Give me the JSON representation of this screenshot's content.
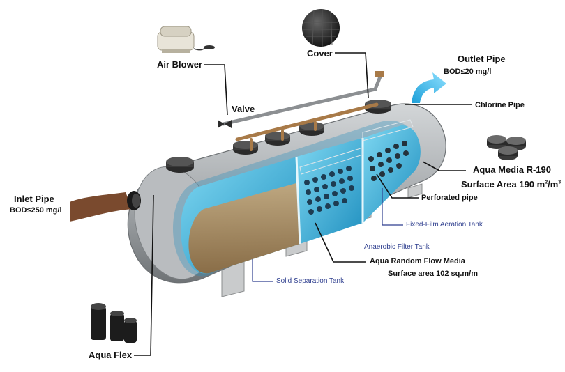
{
  "labels": {
    "air_blower": "Air Blower",
    "valve": "Valve",
    "cover": "Cover",
    "outlet_pipe": "Outlet Pipe",
    "outlet_bod": "BOD≤20 mg/l",
    "chlorine_pipe": "Chlorine Pipe",
    "aqua_media": "Aqua Media R-190",
    "surface_area_main": "Surface Area 190 m",
    "surface_area_sup2": "2",
    "surface_area_slash": "/m",
    "surface_area_sup3": "3",
    "perforated_pipe": "Perforated pipe",
    "fixed_film": "Fixed-Film Aeration Tank",
    "anaerobic_filter": "Anaerobic Filter Tank",
    "random_flow": "Aqua Random Flow Media",
    "random_flow_area": "Surface area 102 sq.m/m",
    "solid_separation": "Solid Separation Tank",
    "inlet_pipe": "Inlet Pipe",
    "inlet_bod": "BOD≤250 mg/l",
    "aqua_flex": "Aqua Flex"
  },
  "colors": {
    "tank_shell": "#a9adb0",
    "water": "#3ab6dc",
    "sludge": "#b08a5a",
    "pipe": "#a87a48",
    "leader": "#111111",
    "blue_text": "#2f3f8f"
  },
  "icons": [
    "air-blower-icon",
    "cover-icon",
    "outlet-arrow-icon",
    "aqua-media-icon",
    "aqua-flex-icon",
    "valve-icon"
  ]
}
